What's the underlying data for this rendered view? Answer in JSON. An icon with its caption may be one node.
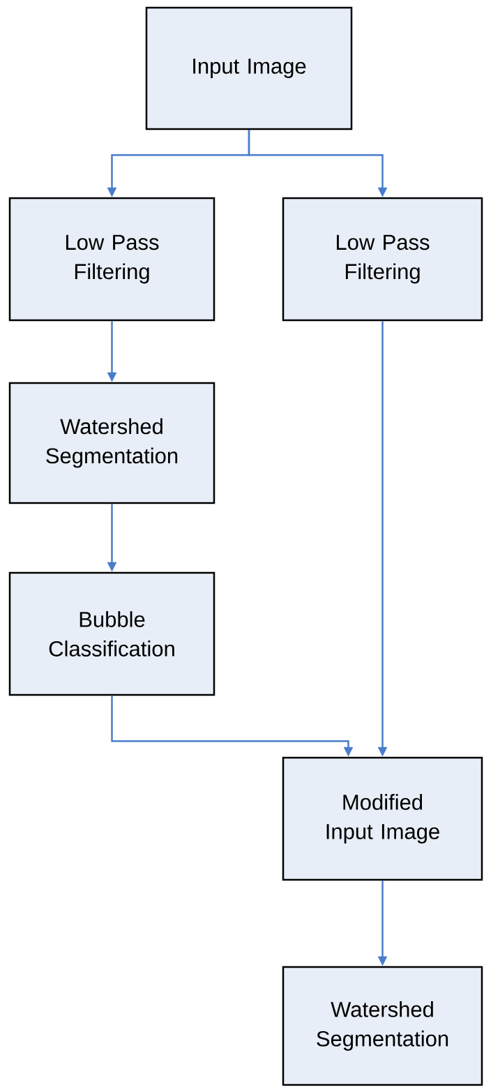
{
  "diagram": {
    "nodes": [
      {
        "text": [
          "Input Image"
        ]
      },
      {
        "text": [
          "Low Pass Filtering"
        ]
      },
      {
        "text": [
          "Low Pass Filtering"
        ]
      },
      {
        "text": [
          "Watershed Segmentation"
        ]
      },
      {
        "text": [
          "Bubble Classification"
        ]
      },
      {
        "text": [
          "Modified Input Image"
        ]
      },
      {
        "text": [
          "Watershed Segmentation"
        ]
      }
    ],
    "edges": [
      {
        "from": 0,
        "to": 1,
        "arrow": "to"
      },
      {
        "from": 0,
        "to": 2,
        "arrow": "to"
      },
      {
        "from": 1,
        "to": 3,
        "arrow": "to"
      },
      {
        "from": 3,
        "to": 4,
        "arrow": "to"
      },
      {
        "from": 4,
        "to": 5,
        "arrow": "to"
      },
      {
        "from": 2,
        "to": 5,
        "arrow": "to"
      },
      {
        "from": 5,
        "to": 6,
        "arrow": "to"
      }
    ]
  }
}
